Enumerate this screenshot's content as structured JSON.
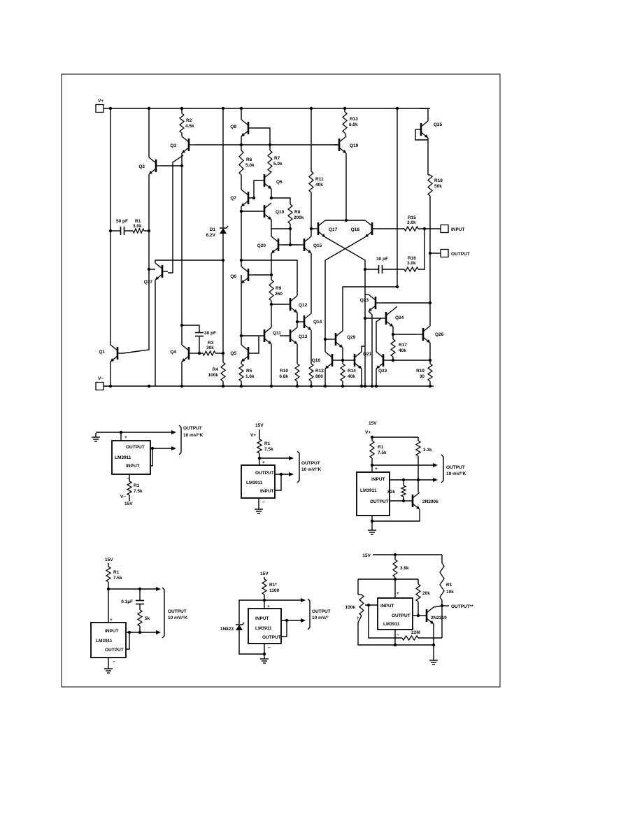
{
  "main": {
    "v_plus": "V+",
    "v_minus": "V−",
    "input": "INPUT",
    "output": "OUTPUT",
    "Q1": "Q1",
    "Q2": "Q2",
    "Q3": "Q3",
    "Q4": "Q4",
    "Q5a": "Q5",
    "Q5b": "Q5",
    "Q6": "Q6",
    "Q7": "Q7",
    "Q8": "Q8",
    "Q10": "Q10",
    "Q11": "Q11",
    "Q12": "Q12",
    "Q13": "Q13",
    "Q14": "Q14",
    "Q15": "Q15",
    "Q16": "Q16",
    "Q17": "Q17",
    "Q18": "Q18",
    "Q19": "Q19",
    "Q20": "Q20",
    "Q21": "Q21",
    "Q22": "Q22",
    "Q23": "Q23",
    "Q24": "Q24",
    "Q25": "Q25",
    "Q26": "Q26",
    "Q27": "Q27",
    "Q29": "Q29",
    "C1": "50 pF",
    "C2": "30 pF",
    "C3": "30 pF",
    "D1": "D1",
    "D1_val": "6.2V",
    "R1": "R1",
    "R1_val": "3.0k",
    "R2": "R2",
    "R2_val": "4.5k",
    "R3": "R3",
    "R3_val": "30k",
    "R4": "R4",
    "R4_val": "100k",
    "R5": "R5",
    "R5_val": "1.6k",
    "R6": "R6",
    "R6_val": "5.0k",
    "R7": "R7",
    "R7_val": "5.0k",
    "R8": "R8",
    "R8_val": "200k",
    "R9": "R9",
    "R9_val": "260",
    "R10": "R10",
    "R10_val": "6.8k",
    "R11": "R11",
    "R11_val": "40k",
    "R12": "R12",
    "R12_val": "800",
    "R13": "R13",
    "R13_val": "6.0k",
    "R14": "R14",
    "R14_val": "40k",
    "R15": "R15",
    "R15_val": "3.0k",
    "R16": "R16",
    "R16_val": "3.0k",
    "R17": "R17",
    "R17_val": "40k",
    "R18": "R18",
    "R18_val": "50k",
    "R19": "R19",
    "R19_val": "30"
  },
  "circuits": [
    {
      "output": "OUTPUT",
      "chip": "LM3911",
      "input": "INPUT",
      "plus": "+",
      "minus": "−",
      "out_label1": "OUTPUT",
      "out_label2": "10 mV/°K",
      "r": "R1",
      "r_val": "7.5k",
      "supply": "V−",
      "volts": "15V"
    },
    {
      "volts": "15V",
      "supply": "V+",
      "r": "R1",
      "r_val": "7.5k",
      "plus": "+",
      "minus": "−",
      "output": "OUTPUT",
      "chip": "LM3911",
      "input": "INPUT",
      "out_label1": "OUTPUT",
      "out_label2": "10 mV/°K"
    },
    {
      "volts": "15V",
      "supply": "V+",
      "r": "R1",
      "r_val": "7.5k",
      "r2_val": "3.3k",
      "plus": "+",
      "input": "INPUT",
      "chip": "LM3911",
      "output": "OUTPUT",
      "r3_val": "82k",
      "transistor": "2N2906",
      "out_label1": "OUTPUT",
      "out_label2": "10 mV/°K"
    },
    {
      "volts": "15V",
      "r": "R1",
      "r_val": "7.5k",
      "c_val": "0.1µF",
      "r2_val": "5k",
      "plus": "+",
      "minus": "−",
      "input": "INPUT",
      "chip": "LM3911",
      "output": "OUTPUT",
      "out_label1": "OUTPUT",
      "out_label2": "10 mV/°K"
    },
    {
      "volts": "15V",
      "r": "R1*",
      "r_val": "1100",
      "zener": "1N823",
      "plus": "+",
      "minus": "−",
      "input": "INPUT",
      "chip": "LM3911",
      "output": "OUTPUT",
      "out_label1": "OUTPUT",
      "out_label2": "10 mV/°"
    },
    {
      "volts": "15V",
      "r_val": "3.9k",
      "r2_val": "20k",
      "r": "R1",
      "r1_val": "10k",
      "pot_val": "100k",
      "dagger": "†",
      "plus": "+",
      "minus": "−",
      "input": "INPUT",
      "output": "OUTPUT",
      "chip": "LM3911",
      "r3_val": "22M",
      "transistor": "2N2219",
      "out_label": "OUTPUT**"
    }
  ]
}
